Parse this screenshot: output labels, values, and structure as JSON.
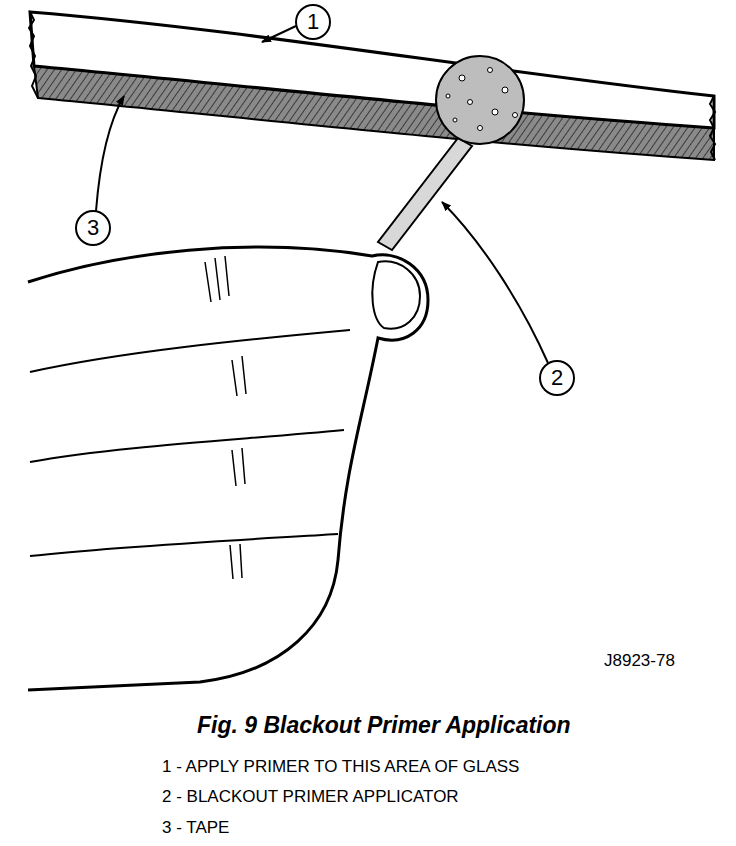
{
  "diagram": {
    "caption": "Fig. 9 Blackout Primer Application",
    "labels": [
      "1",
      "2",
      "3",
      "J8923-78",
      "1 - APPLY PRIMER TO THIS AREA OF GLASS",
      "2 - BLACKOUT PRIMER APPLICATOR",
      "3 - TAPE"
    ]
  }
}
